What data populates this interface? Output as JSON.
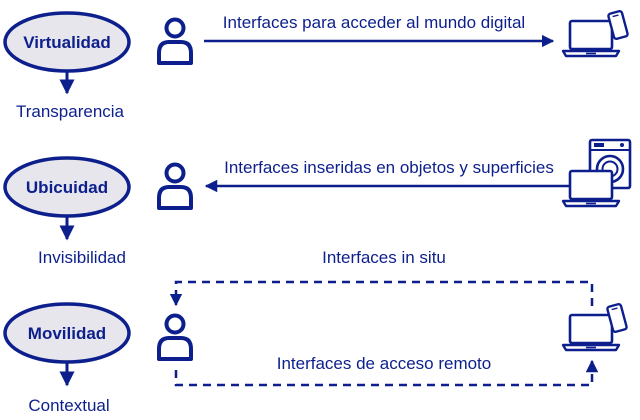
{
  "colors": {
    "ink": "#0d1f8c",
    "oval_fill": "#e6e6ec"
  },
  "rows": [
    {
      "concept": "Virtualidad",
      "result": "Transparencia",
      "arrow_label": "Interfaces para acceder al mundo digital",
      "arrow_direction": "right",
      "icons": [
        "person-icon",
        "laptop-icon",
        "smartphone-icon"
      ]
    },
    {
      "concept": "Ubicuidad",
      "result": "Invisibilidad",
      "arrow_label": "Interfaces inseridas en objetos y superficies",
      "arrow_direction": "left",
      "icons": [
        "person-icon",
        "washing-machine-icon",
        "laptop-icon"
      ]
    },
    {
      "concept": "Movilidad",
      "result": "Contextual",
      "arrow_label_top": "Interfaces in situ",
      "arrow_label_bottom": "Interfaces de acceso remoto",
      "arrow_style": "dashed-loop",
      "icons": [
        "person-icon",
        "laptop-icon",
        "smartphone-icon"
      ]
    }
  ]
}
